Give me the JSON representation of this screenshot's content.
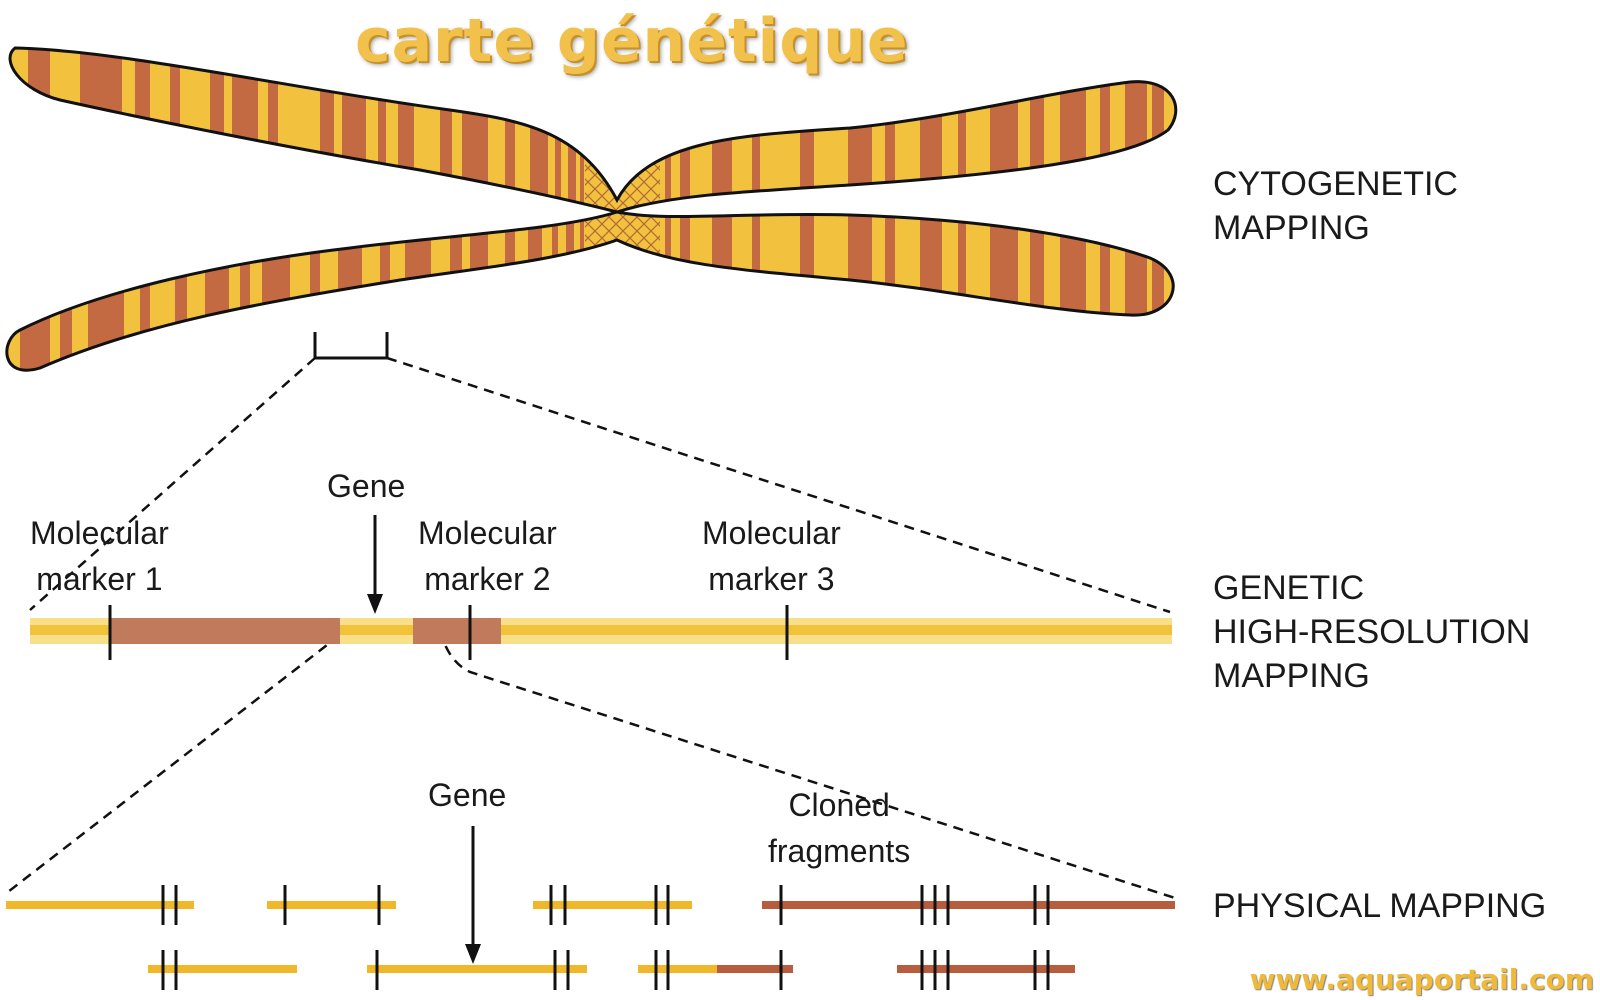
{
  "title": "carte génétique",
  "watermark": "www.aquaportail.com",
  "sections": {
    "cytogenetic": "CYTOGENETIC\nMAPPING",
    "genetic": "GENETIC\nHIGH-RESOLUTION\nMAPPING",
    "physical": "PHYSICAL MAPPING"
  },
  "labels": {
    "molecular_marker_1": "Molecular\nmarker 1",
    "gene_top": "Gene",
    "molecular_marker_2": "Molecular\nmarker 2",
    "molecular_marker_3": "Molecular\nmarker 3",
    "gene_bottom": "Gene",
    "cloned_fragments": "Cloned\nfragments"
  },
  "colors": {
    "chromosome_yellow": "#f2c23f",
    "chromosome_brown": "#c46a43",
    "bar_light": "#f8e08a",
    "fragment_yellow": "#f0b829",
    "fragment_brown": "#b85c3e"
  }
}
